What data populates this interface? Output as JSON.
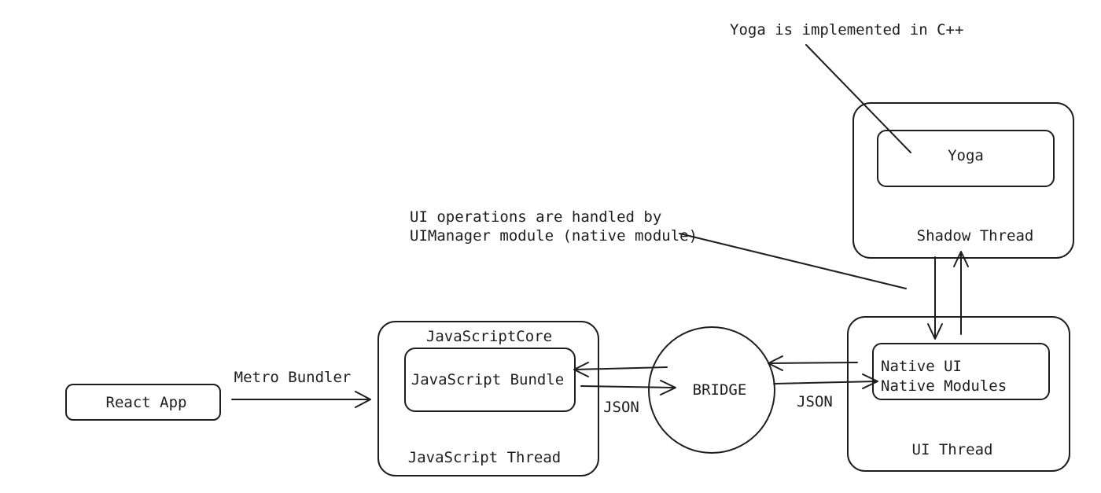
{
  "nodes": {
    "react_app": "React App",
    "javascript_core": "JavaScriptCore",
    "javascript_bundle": "JavaScript Bundle",
    "javascript_thread": "JavaScript Thread",
    "bridge": "BRIDGE",
    "native_ui": "Native UI",
    "native_modules": "Native Modules",
    "ui_thread": "UI Thread",
    "yoga": "Yoga",
    "shadow_thread": "Shadow Thread"
  },
  "edges": {
    "metro_bundler": "Metro Bundler",
    "json_left": "JSON",
    "json_right": "JSON"
  },
  "annotations": {
    "yoga_note": "Yoga is implemented in C++",
    "uimanager_note_line1": "UI operations are handled by",
    "uimanager_note_line2": "UIManager module (native module)"
  }
}
